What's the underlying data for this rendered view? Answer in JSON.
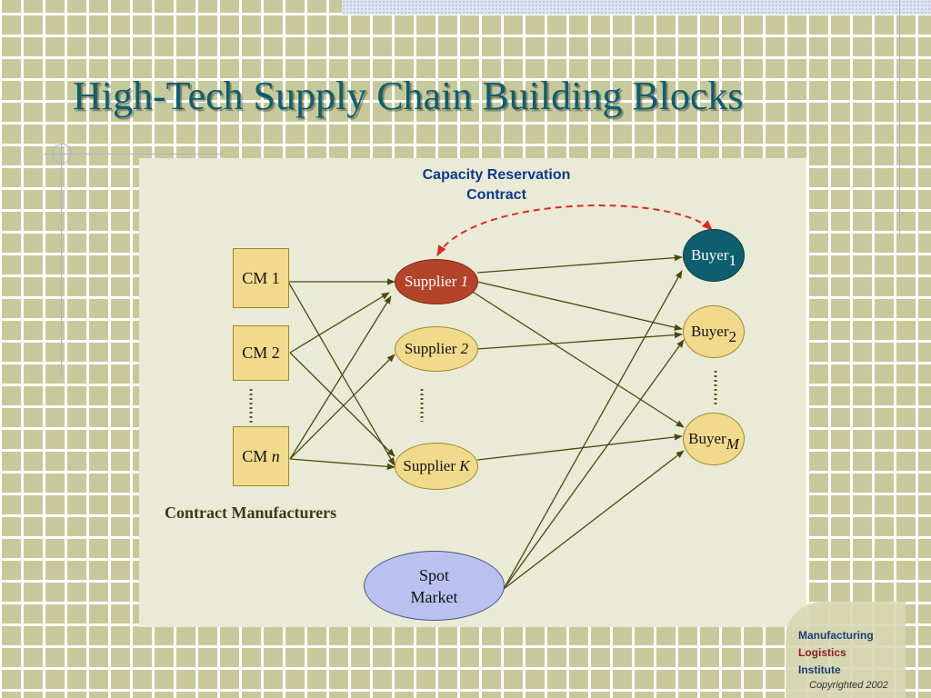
{
  "slide": {
    "title": "High-Tech Supply Chain Building Blocks"
  },
  "diagram": {
    "contract_label": [
      "Capacity Reservation",
      "Contract"
    ],
    "contract_manufacturers": [
      {
        "label": "CM 1"
      },
      {
        "label": "CM 2"
      },
      {
        "label": "CM ",
        "index": "n"
      }
    ],
    "suppliers": [
      {
        "label": "Supplier ",
        "index": "1"
      },
      {
        "label": "Supplier ",
        "index": "2"
      },
      {
        "label": "Supplier ",
        "index": "K"
      }
    ],
    "buyers": [
      {
        "label": "Buyer",
        "index": "1"
      },
      {
        "label": "Buyer",
        "index": "2"
      },
      {
        "label": "Buyer",
        "index": "M"
      }
    ],
    "spot_market": [
      "Spot",
      "Market"
    ],
    "cm_caption": "Contract Manufacturers",
    "colors": {
      "supplier_active": "#b3442a",
      "buyer_active": "#0d5f6e",
      "node_fill": "#f2da8c",
      "spot_fill": "#b9c2ef",
      "arrow": "#4a4a10",
      "contract_arrow": "#e0281e",
      "title": "#0d5f6e"
    }
  },
  "logo": {
    "words": [
      "Manufacturing",
      "Logistics",
      "Institute"
    ],
    "copyright": "Copyrighted 2002"
  }
}
